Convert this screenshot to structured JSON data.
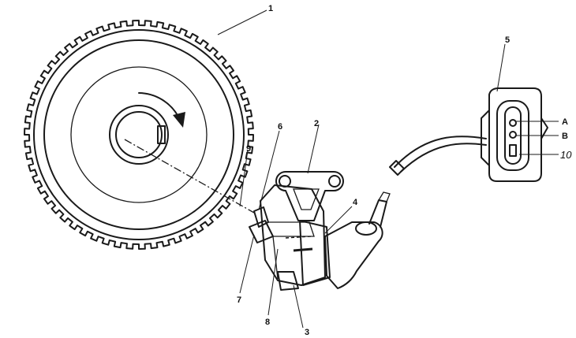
{
  "labels": {
    "l1": "1",
    "l2": "2",
    "l3": "3",
    "l4": "4",
    "l5": "5",
    "l6": "6",
    "l7": "7",
    "l8": "8",
    "l9": "9",
    "l10": "10",
    "pinA": "A",
    "pinB": "B"
  },
  "wheel": {
    "teeth_count": 58
  },
  "colors": {
    "ink": "#1a1a1a",
    "paper": "#ffffff"
  }
}
